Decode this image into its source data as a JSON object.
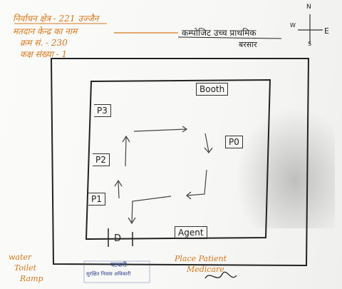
{
  "header": {
    "line1": "निर्वाचन क्षेत्र - 221 उज्जैन",
    "line2": "मतदान केन्द्र का नाम",
    "line3": "क्रम सं. - 230",
    "line4": "कक्ष संख्या - 1",
    "school": "कम्पोजिट उच्च प्राथमिक",
    "place": "बरसार"
  },
  "compass": {
    "north": "N",
    "east": "E",
    "south": "S",
    "west": "W"
  },
  "layout": {
    "booth": "Booth",
    "p0": "P0",
    "p1": "P1",
    "p2": "P2",
    "p3": "P3",
    "door": "D",
    "agent": "Agent"
  },
  "footer": {
    "left_notes": [
      "water",
      "Toilet",
      "Ramp"
    ],
    "right_notes": [
      "Place Patient",
      "Medicare"
    ],
    "stamp": "पटवारी",
    "stamp_sub": "सुरक्षित निवास अधिकारी"
  }
}
